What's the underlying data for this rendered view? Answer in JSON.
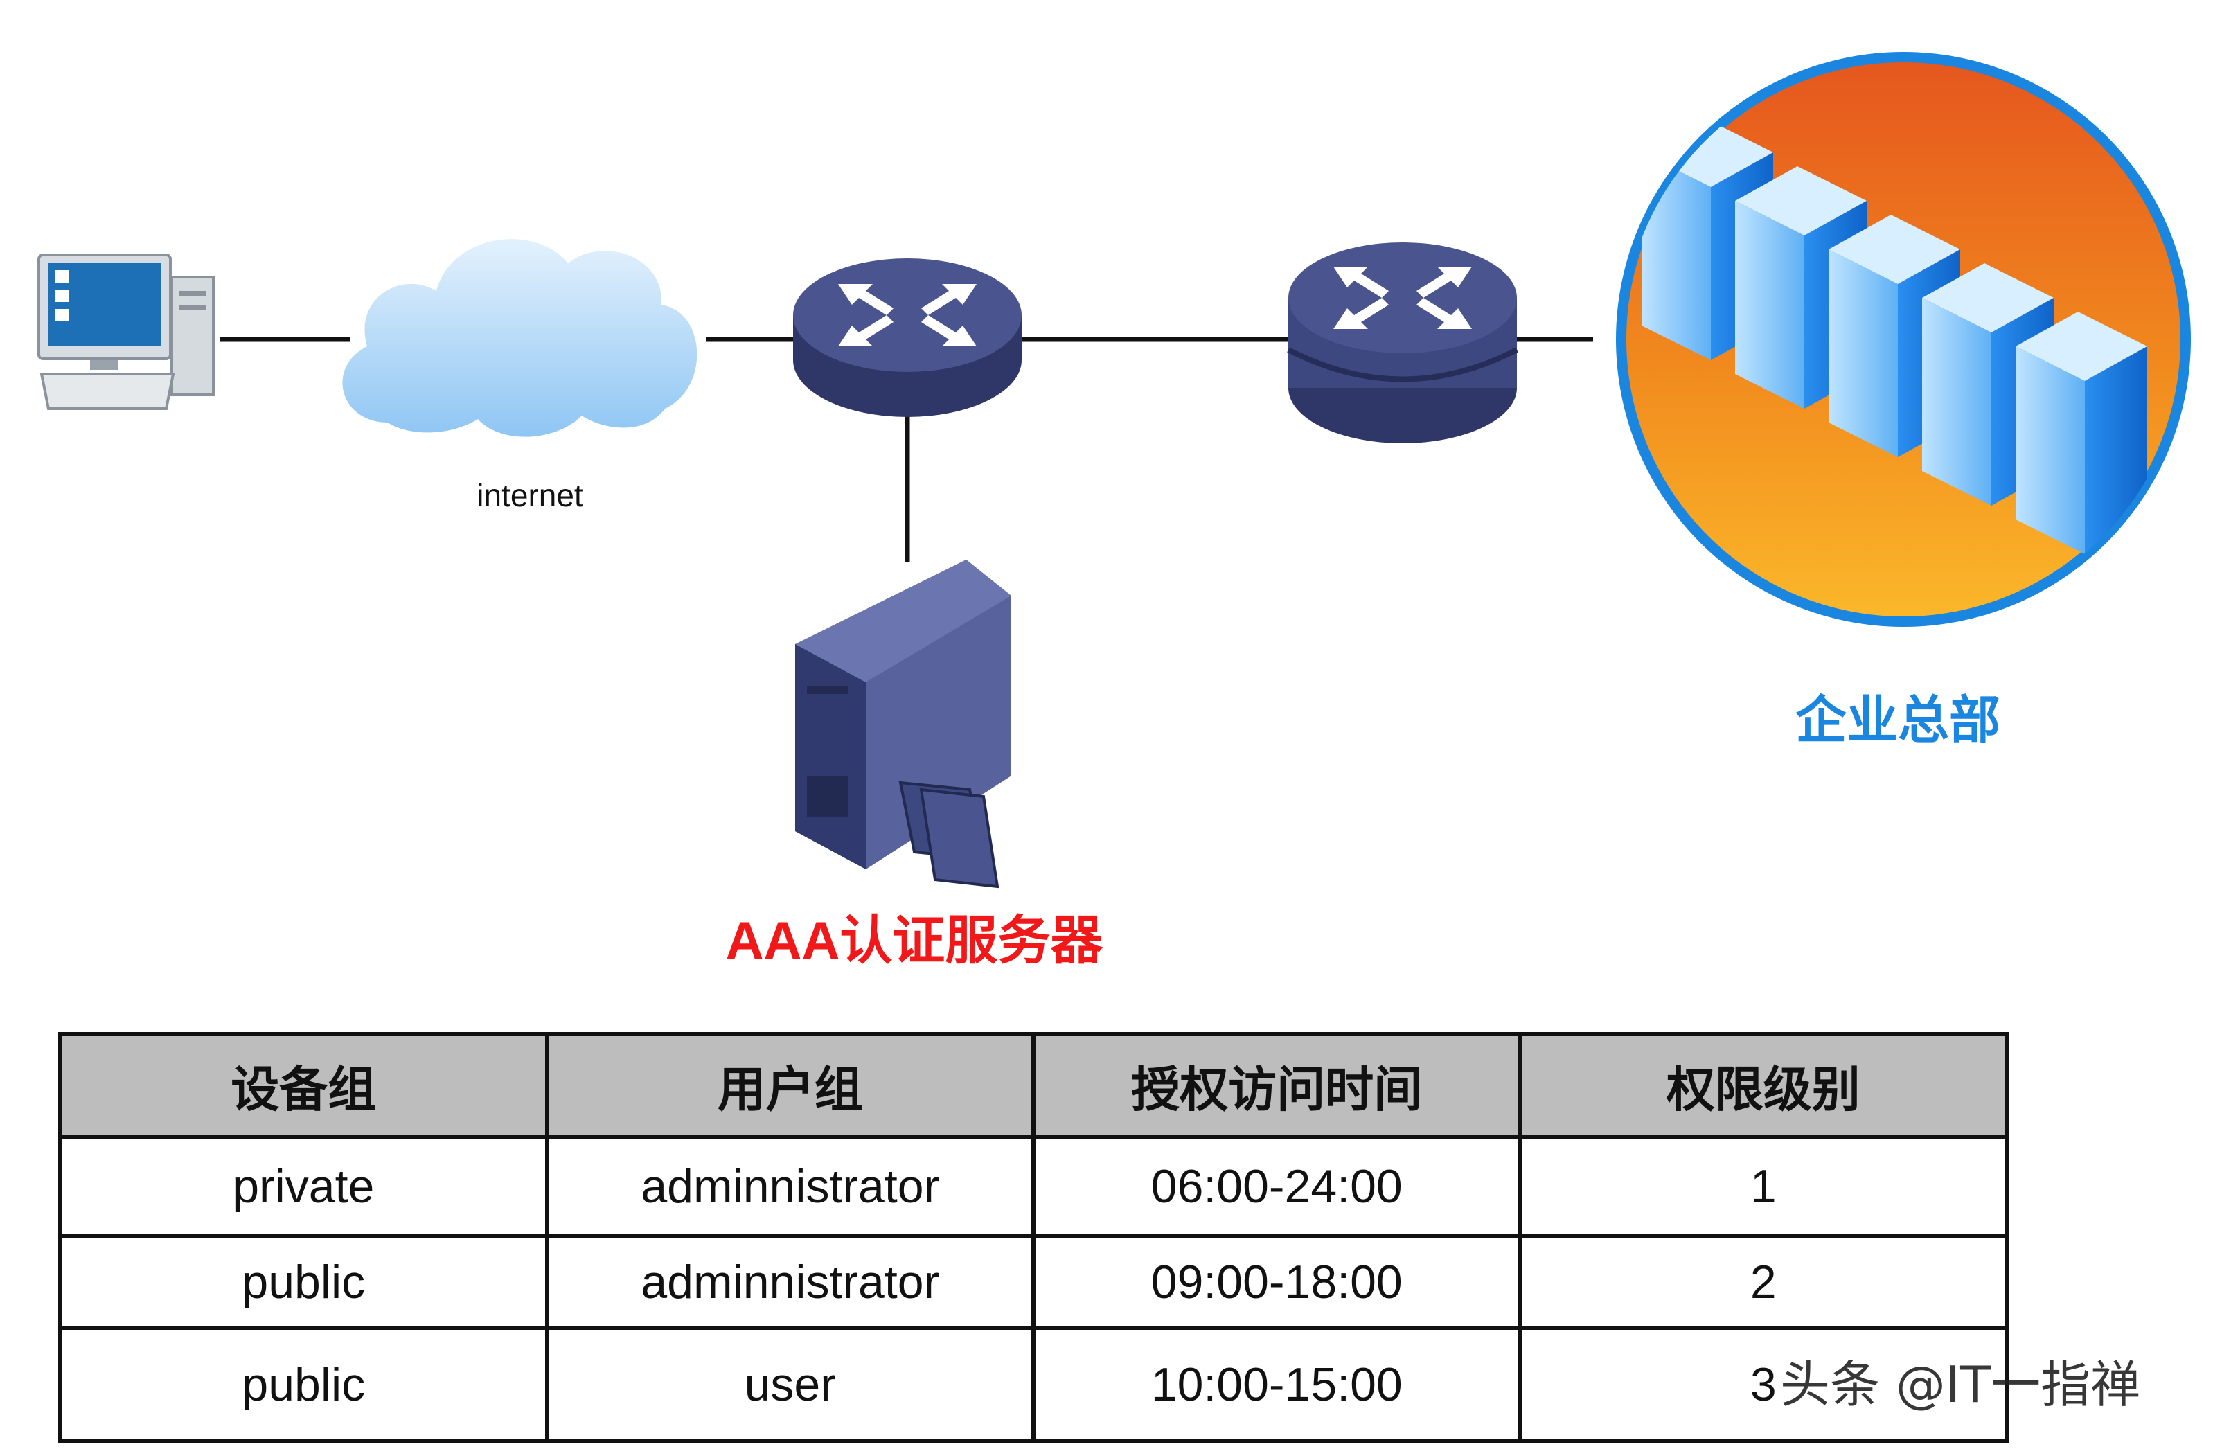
{
  "labels": {
    "internet": "internet",
    "aaa_server": "AAA认证服务器",
    "headquarters": "企业总部"
  },
  "table": {
    "headers": [
      "设备组",
      "用户组",
      "授权访问时间",
      "权限级别"
    ],
    "rows": [
      [
        "private",
        "adminnistrator",
        "06:00-24:00",
        "1"
      ],
      [
        "public",
        "adminnistrator",
        "09:00-18:00",
        "2"
      ],
      [
        "public",
        "user",
        "10:00-15:00",
        "3"
      ]
    ]
  },
  "watermark": "头条 @IT一指禅",
  "colors": {
    "device_navy": "#4a5590",
    "cloud_blue": "#a9d3f7",
    "hq_ring": "#1a86e0",
    "aaa_text": "#f01818",
    "header_bg": "#bdbdbd"
  },
  "icons": [
    "pc-icon",
    "cloud-icon",
    "switch-icon",
    "router-icon",
    "server-tower-icon",
    "server-rack-icon"
  ]
}
